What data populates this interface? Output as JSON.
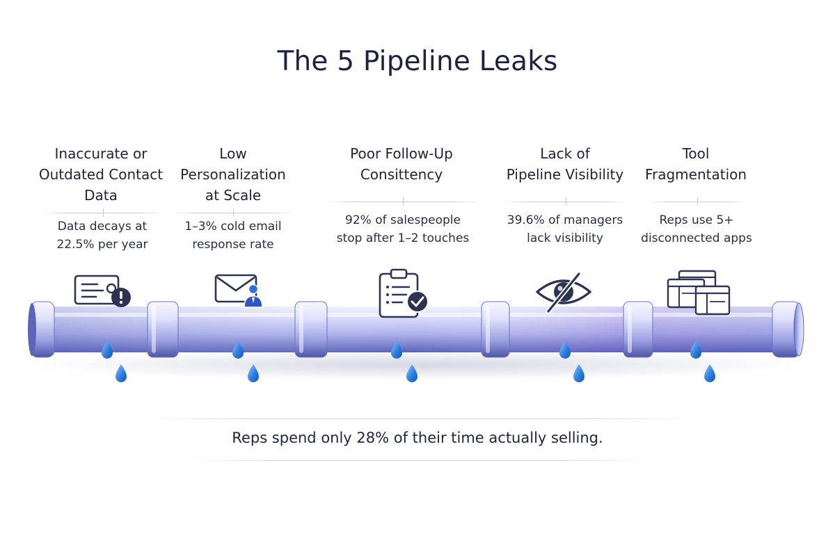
{
  "title": "The 5 Pipeline Leaks",
  "leaks": [
    {
      "title_lines": [
        "Inaccurate or",
        "Outdated Contact",
        "Data"
      ],
      "stat_lines": [
        "Data decays at",
        "22.5% per year"
      ],
      "icon": "contact-card-alert-icon"
    },
    {
      "title_lines": [
        "Low",
        "Personalization",
        "at Scale"
      ],
      "stat_lines": [
        "1–3% cold email",
        "response rate"
      ],
      "icon": "envelope-user-icon"
    },
    {
      "title_lines": [
        "Poor Follow-Up",
        "Consittency"
      ],
      "stat_lines": [
        "92% of salespeople",
        "stop after 1–2 touches"
      ],
      "icon": "clipboard-check-icon"
    },
    {
      "title_lines": [
        "Lack of",
        "Pipeline Visibility"
      ],
      "stat_lines": [
        "39.6% of managers",
        "lack visibility"
      ],
      "icon": "eye-slash-icon"
    },
    {
      "title_lines": [
        "Tool",
        "Fragmentation"
      ],
      "stat_lines": [
        "Reps use 5+",
        "disconnected apps"
      ],
      "icon": "stacked-windows-icon"
    }
  ],
  "footer": "Reps spend only 28% of their time actually selling.",
  "colors": {
    "pipe_light": "#e4e7fb",
    "pipe_mid": "#a9afe6",
    "pipe_dark": "#5c63b8",
    "drop": "#1f74d6",
    "icon_stroke": "#2d3350",
    "accent_blue": "#2f6fd6"
  }
}
